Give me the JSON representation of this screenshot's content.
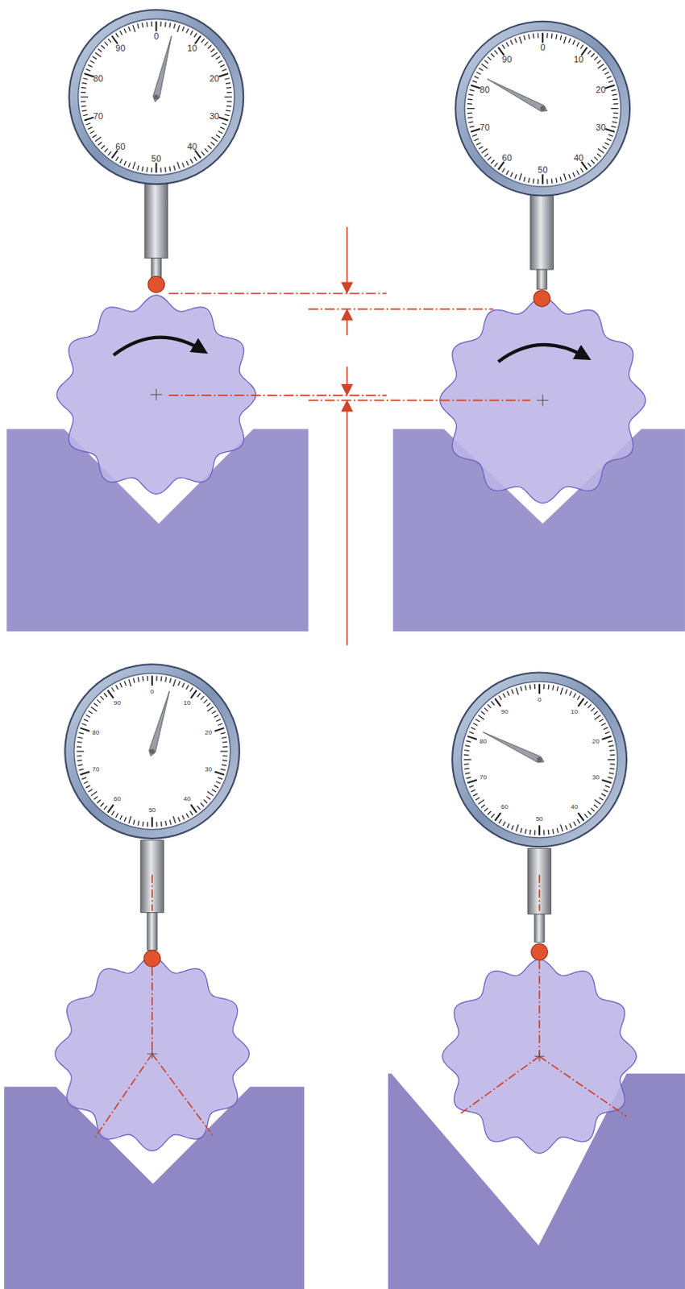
{
  "diagram": {
    "labels": [
      "0",
      "10",
      "20",
      "30",
      "40",
      "50",
      "60",
      "70",
      "80",
      "90",
      "0",
      "10",
      "20",
      "30",
      "40",
      "50",
      "60",
      "70",
      "80",
      "90",
      "0",
      "10",
      "20",
      "30",
      "40",
      "50",
      "60",
      "70",
      "80",
      "90",
      "0",
      "10",
      "20",
      "30",
      "40",
      "50",
      "60",
      "70",
      "80",
      "90"
    ]
  }
}
